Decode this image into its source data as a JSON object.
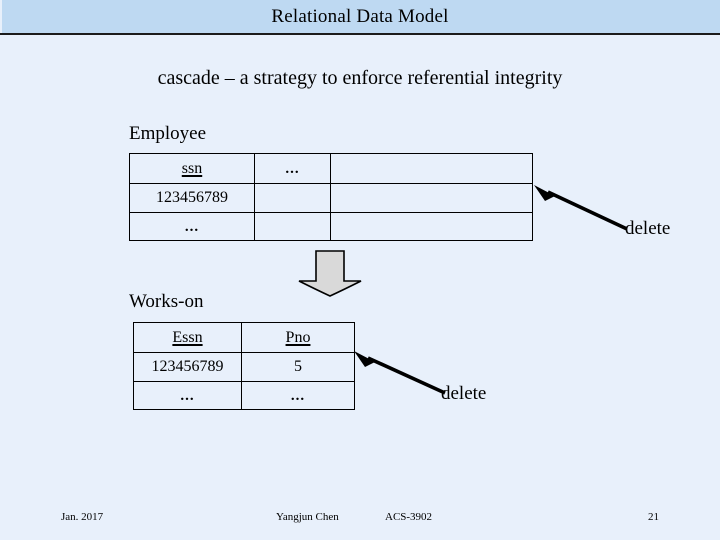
{
  "slide": {
    "title": "Relational Data Model",
    "subtitle": "cascade – a strategy to enforce referential integrity",
    "colors": {
      "header_band": "#bed9f2",
      "background": "#e8f0fb",
      "rule": "#1b1b1b",
      "text": "#000000",
      "block_arrow_fill": "#d9d9d9",
      "block_arrow_stroke": "#000000"
    }
  },
  "employee_table": {
    "caption": "Employee",
    "columns": [
      {
        "label": "ssn",
        "primary_key": true
      },
      {
        "label": "...",
        "primary_key": false
      },
      {
        "label": "",
        "primary_key": false
      }
    ],
    "rows": [
      [
        "123456789",
        "",
        ""
      ],
      [
        "...",
        "",
        ""
      ]
    ]
  },
  "workson_table": {
    "caption": "Works-on",
    "columns": [
      {
        "label": "Essn",
        "primary_key": true
      },
      {
        "label": "Pno",
        "primary_key": true
      }
    ],
    "rows": [
      [
        "123456789",
        "5"
      ],
      [
        "...",
        "..."
      ]
    ]
  },
  "annotations": {
    "down_arrow": {
      "icon": "down-block-arrow",
      "direction": "down"
    },
    "delete_1": {
      "label": "delete",
      "icon": "arrow-up-left",
      "target": "employee-table"
    },
    "delete_2": {
      "label": "delete",
      "icon": "arrow-up-left",
      "target": "workson-table"
    }
  },
  "footer": {
    "date": "Jan. 2017",
    "author": "Yangjun Chen",
    "course": "ACS-3902",
    "page": "21"
  }
}
